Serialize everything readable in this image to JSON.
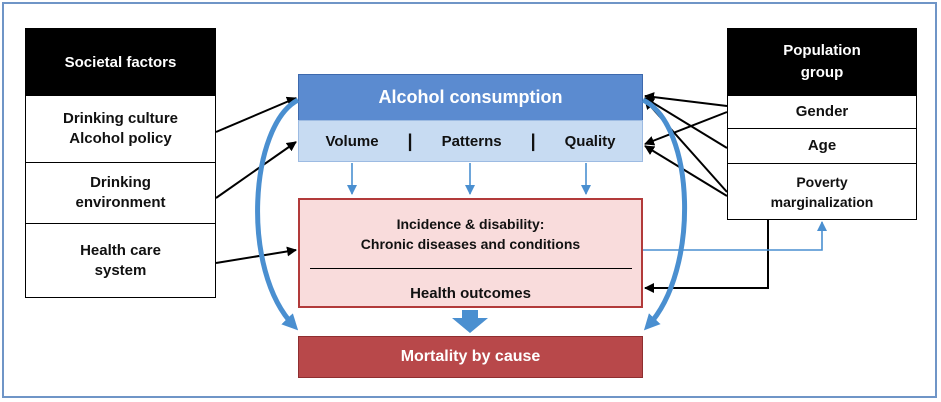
{
  "societal_factors": {
    "header": "Societal factors",
    "items": [
      "Drinking culture\nAlcohol policy",
      "Drinking\nenvironment",
      "Health care\nsystem"
    ]
  },
  "population_group": {
    "header": "Population\ngroup",
    "items": [
      "Gender",
      "Age",
      "Poverty\nmarginalization"
    ]
  },
  "consumption": {
    "title": "Alcohol consumption",
    "dimensions": [
      "Volume",
      "Patterns",
      "Quality"
    ],
    "separator": "|"
  },
  "outcomes": {
    "incidence": "Incidence & disability:\nChronic diseases and conditions",
    "health_outcomes": "Health outcomes"
  },
  "mortality": "Mortality by cause",
  "colors": {
    "dark_header": "#000000",
    "blue": "#5b8bd0",
    "light_blue": "#c7dbf2",
    "pink": "#f9dcdc",
    "red": "#b8484a",
    "arrow_blue": "#4a8fd0"
  }
}
